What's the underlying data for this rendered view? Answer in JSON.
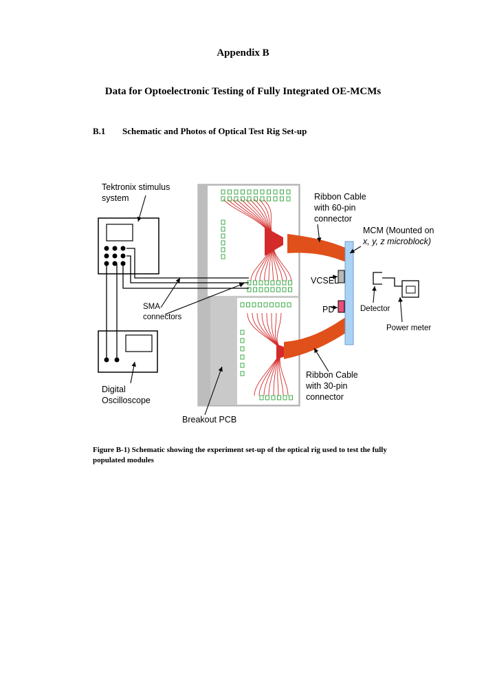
{
  "page": {
    "appendix_title": "Appendix B",
    "chapter_title": "Data for Optoelectronic Testing of Fully Integrated OE-MCMs",
    "section": {
      "number": "B.1",
      "title": "Schematic and Photos of Optical Test Rig Set-up"
    }
  },
  "figure": {
    "labels": {
      "tektronix_line1": "Tektronix stimulus",
      "tektronix_line2": "system",
      "ribbon60_line1": "Ribbon Cable",
      "ribbon60_line2": "with 60-pin",
      "ribbon60_line3": "connector",
      "mcm_line1": "MCM (Mounted on",
      "mcm_line2": "x, y, z microblock)",
      "vcsel": "VCSEL",
      "pd": "PD",
      "detector": "Detector",
      "power_meter": "Power meter",
      "sma_line1": "SMA",
      "sma_line2": "connectors",
      "oscilloscope_line1": "Digital",
      "oscilloscope_line2": "Oscilloscope",
      "ribbon30_line1": "Ribbon Cable",
      "ribbon30_line2": "with 30-pin",
      "ribbon30_line3": "connector",
      "breakout_pcb": "Breakout PCB"
    },
    "colors": {
      "ribbon_cable": "#e0501a",
      "mcm_block": "#a9d2f5",
      "vcsel": "#b8b8b8",
      "pd": "#e8507a",
      "pcb_trace": "#d42a2a",
      "pcb_pad": "#3aa845",
      "pcb_board": "#c9c9c9"
    }
  },
  "caption": {
    "line1": "Figure B-1) Schematic showing the experiment set-up of the optical rig used to test the fully",
    "line2": "populated modules"
  }
}
